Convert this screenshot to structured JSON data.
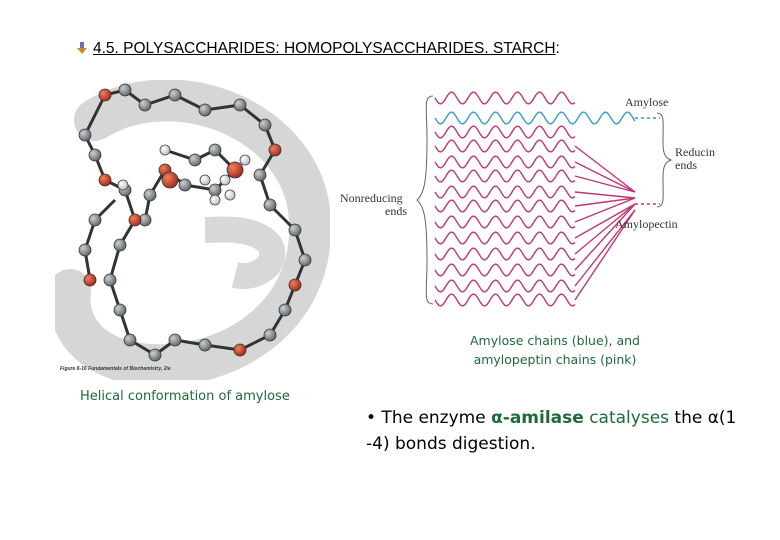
{
  "title": "4.5. POLYSACCHARIDES: HOMOPOLYSACCHARIDES. STARCH",
  "title_colon": ":",
  "left_figure": {
    "credit": "Figure 8-16 Fundamentals of Biochemistry, 2/e",
    "caption": "Helical conformation of amylose"
  },
  "right_figure": {
    "label_amylose": "Amylose",
    "label_reducing_1": "Reducing",
    "label_reducing_2": "ends",
    "label_nonreducing_1": "Nonreducing",
    "label_nonreducing_2": "ends",
    "label_amylopectin": "Amylopectin",
    "caption_line1": "Amylose chains (blue), and",
    "caption_line2": "amylopeptin chains (pink)"
  },
  "bullet": {
    "prefix": "• The enzyme ",
    "enzyme": "α-amilase",
    "verb": " catalyses",
    "rest_1": " the  α(1",
    "rest_2": "-4) bonds digestion."
  },
  "colors": {
    "amylose": "#3a9ac9",
    "amylopectin": "#c0357a",
    "caption_green": "#1e6b3a"
  }
}
